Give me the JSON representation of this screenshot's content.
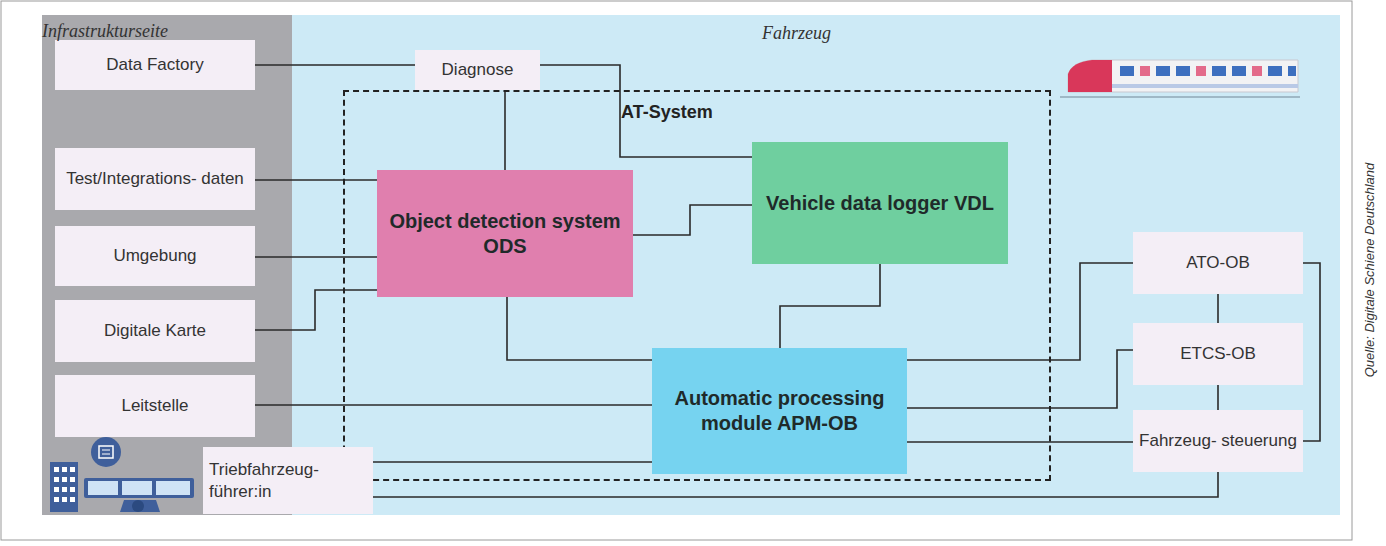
{
  "diagram": {
    "nodes": [
      {
        "text": [
          "Infrastrukturseite"
        ]
      },
      {
        "text": [
          "Fahrzeug"
        ]
      },
      {
        "text": [
          "Data Factory"
        ],
        "in": 0
      },
      {
        "text": [
          "Test/Integrations- daten"
        ],
        "in": 0
      },
      {
        "text": [
          "Umgebung"
        ],
        "in": 0
      },
      {
        "text": [
          "Digitale Karte"
        ],
        "in": 0
      },
      {
        "text": [
          "Leitstelle"
        ],
        "in": 0
      },
      {
        "text": [
          "Triebfahrzeug- führer:in"
        ]
      },
      {
        "text": [
          "Diagnose"
        ],
        "in": 1
      },
      {
        "text": [
          "AT-System"
        ],
        "in": 1
      },
      {
        "text": [
          "Object detection system ODS"
        ],
        "in": 9
      },
      {
        "text": [
          "Vehicle data logger VDL"
        ],
        "in": 9
      },
      {
        "text": [
          "Automatic processing module APM-OB"
        ],
        "in": 9
      },
      {
        "text": [
          "ATO-OB"
        ],
        "in": 1
      },
      {
        "text": [
          "ETCS-OB"
        ],
        "in": 1
      },
      {
        "text": [
          "Fahrzeug- steuerung"
        ],
        "in": 1
      }
    ],
    "edges": [
      {
        "from": 2,
        "to": 11,
        "arrow": "none"
      },
      {
        "from": 8,
        "to": 10,
        "arrow": "none"
      },
      {
        "from": 3,
        "to": 10,
        "arrow": "none"
      },
      {
        "from": 4,
        "to": 10,
        "arrow": "none"
      },
      {
        "from": 5,
        "to": 10,
        "arrow": "none"
      },
      {
        "from": 10,
        "to": 11,
        "arrow": "none"
      },
      {
        "from": 10,
        "to": 12,
        "arrow": "none"
      },
      {
        "from": 11,
        "to": 12,
        "arrow": "none"
      },
      {
        "from": 6,
        "to": 12,
        "arrow": "none"
      },
      {
        "from": 7,
        "to": 12,
        "arrow": "none"
      },
      {
        "from": 12,
        "to": 13,
        "arrow": "none"
      },
      {
        "from": 12,
        "to": 14,
        "arrow": "none"
      },
      {
        "from": 12,
        "to": 15,
        "arrow": "none"
      },
      {
        "from": 13,
        "to": 14,
        "arrow": "none"
      },
      {
        "from": 14,
        "to": 15,
        "arrow": "none"
      },
      {
        "from": 13,
        "to": 15,
        "arrow": "none"
      },
      {
        "from": 7,
        "to": 15,
        "arrow": "none"
      }
    ],
    "labels": [
      "Quelle: Digitale Schiene Deutschland"
    ]
  }
}
